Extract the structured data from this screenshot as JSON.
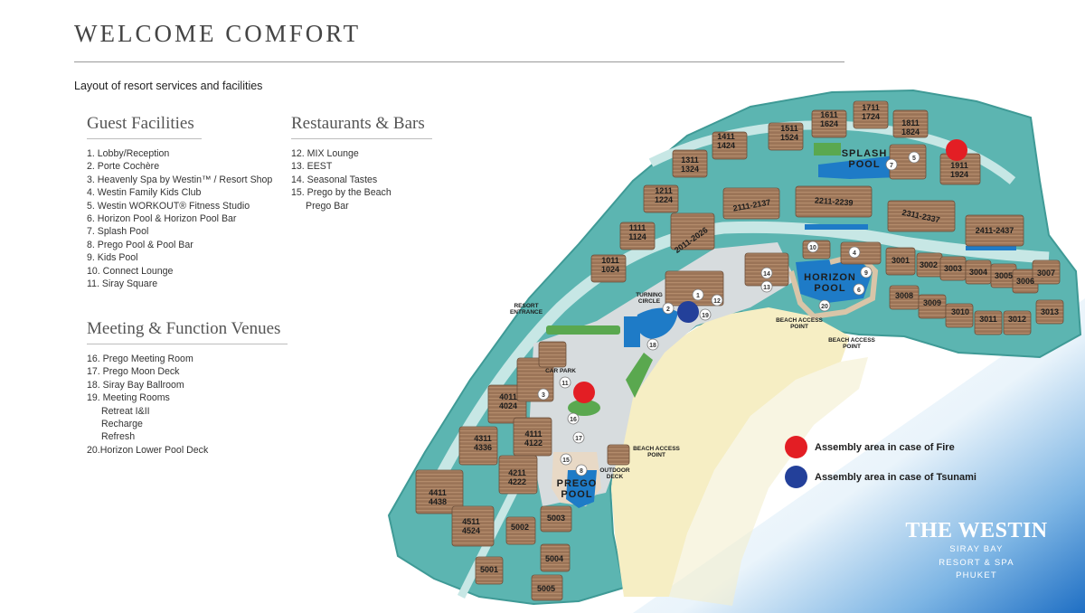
{
  "header": {
    "title": "WELCOME COMFORT",
    "subtitle": "Layout of resort services and facilities"
  },
  "guest_facilities": {
    "heading": "Guest Facilities",
    "items": [
      "1.  Lobby/Reception",
      "2.  Porte Cochère",
      "3.  Heavenly Spa by Westin™ / Resort Shop",
      "4.  Westin Family Kids Club",
      "5.  Westin WORKOUT® Fitness Studio",
      "6.  Horizon Pool & Horizon Pool Bar",
      "7.  Splash Pool",
      "8.  Prego Pool & Pool Bar",
      "9.  Kids Pool",
      "10. Connect Lounge",
      "11.  Siray Square"
    ]
  },
  "restaurants": {
    "heading": "Restaurants & Bars",
    "items": [
      "12. MIX Lounge",
      "13. EEST",
      "14. Seasonal Tastes",
      "15. Prego by the Beach"
    ],
    "sub_item": "Prego Bar"
  },
  "meeting": {
    "heading": "Meeting & Function Venues",
    "items": [
      "16. Prego Meeting Room",
      "17. Prego Moon Deck",
      "18. Siray Bay Ballroom",
      "19. Meeting Rooms"
    ],
    "sub_items": [
      "Retreat I&II",
      "Recharge",
      "Refresh"
    ],
    "last_item": "20.Horizon Lower Pool Deck"
  },
  "map": {
    "buildings": [
      {
        "top": "1611",
        "bottom": "1624"
      },
      {
        "top": "1711",
        "bottom": "1724"
      },
      {
        "top": "1811",
        "bottom": "1824"
      },
      {
        "top": "1511",
        "bottom": "1524"
      },
      {
        "top": "1411",
        "bottom": "1424"
      },
      {
        "top": "1311",
        "bottom": "1324"
      },
      {
        "top": "1211",
        "bottom": "1224"
      },
      {
        "top": "1111",
        "bottom": "1124"
      },
      {
        "top": "1011",
        "bottom": "1024"
      },
      {
        "top": "1911",
        "bottom": "1924"
      },
      {
        "top": "4011",
        "bottom": "4024"
      },
      {
        "top": "4111",
        "bottom": "4122"
      },
      {
        "top": "4211",
        "bottom": "4222"
      },
      {
        "top": "4311",
        "bottom": "4336"
      },
      {
        "top": "4411",
        "bottom": "4438"
      },
      {
        "top": "4511",
        "bottom": "4524"
      }
    ],
    "range_labels": [
      "2111-2137",
      "2211-2239",
      "2311-2337",
      "2411-2437",
      "2011-2026"
    ],
    "villas": [
      "3001",
      "3002",
      "3003",
      "3004",
      "3005",
      "3006",
      "3007",
      "3008",
      "3009",
      "3010",
      "3011",
      "3012",
      "3013",
      "5001",
      "5002",
      "5003",
      "5004",
      "5005"
    ],
    "pools": {
      "splash": [
        "SPLASH",
        "POOL"
      ],
      "horizon": [
        "HORIZON",
        "POOL"
      ],
      "prego": [
        "PREGO",
        "POOL"
      ]
    },
    "place_labels": {
      "resort_entrance": [
        "RESORT",
        "ENTRANCE"
      ],
      "turning_circle": [
        "TURNING",
        "CIRCLE"
      ],
      "car_park": "CAR PARK",
      "outdoor_deck": [
        "OUTDOOR",
        "DECK"
      ],
      "beach_access_1": [
        "BEACH ACCESS",
        "POINT"
      ],
      "beach_access_2": [
        "BEACH ACCESS",
        "POINT"
      ],
      "beach_access_3": [
        "BEACH ACCESS",
        "POINT"
      ]
    },
    "markers": [
      "1",
      "2",
      "3",
      "4",
      "5",
      "6",
      "7",
      "8",
      "9",
      "10",
      "11",
      "12",
      "13",
      "14",
      "15",
      "16",
      "17",
      "18",
      "19",
      "20"
    ]
  },
  "legend": {
    "fire": {
      "label": "Assembly area in case of Fire",
      "color": "#e31e24"
    },
    "tsunami": {
      "label": "Assembly area in case of Tsunami",
      "color": "#23409a"
    }
  },
  "brand": {
    "name": "THE WESTIN",
    "line1": "SIRAY BAY",
    "line2": "RESORT & SPA",
    "line3": "PHUKET"
  },
  "colors": {
    "sea_light": "#e9f3fa",
    "sea_dark": "#2a77c8",
    "island": "#5fb7b3",
    "sand": "#f7eec6",
    "pool": "#1e7bc7",
    "roof": "#9a7255"
  }
}
